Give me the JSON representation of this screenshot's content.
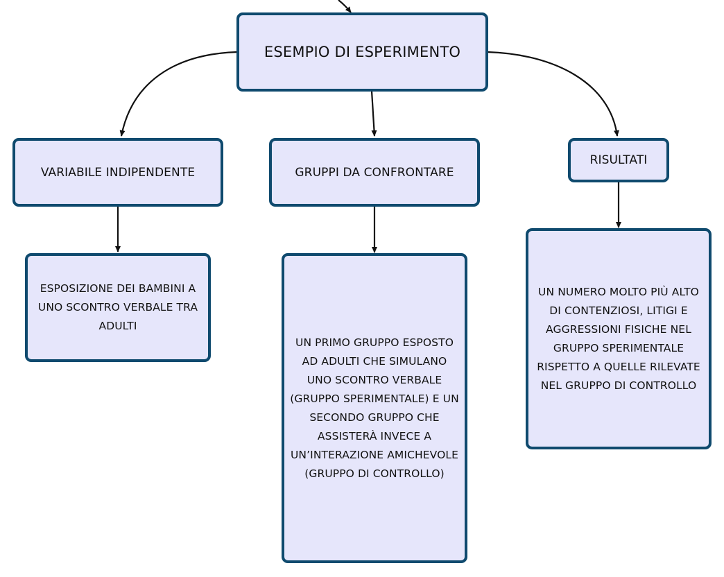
{
  "diagram": {
    "root": {
      "label": "ESEMPIO DI ESPERIMENTO"
    },
    "branches": [
      {
        "label": "VARIABILE INDIPENDENTE",
        "detail": "ESPOSIZIONE DEI BAMBINI A UNO SCONTRO VERBALE TRA ADULTI"
      },
      {
        "label": "GRUPPI DA CONFRONTARE",
        "detail": "UN PRIMO GRUPPO ESPOSTO AD ADULTI CHE SIMULANO UNO SCONTRO VERBALE (GRUPPO SPERIMENTALE) E UN SECONDO GRUPPO CHE ASSISTERÀ INVECE A UN’INTERAZIONE AMICHEVOLE (GRUPPO DI CONTROLLO)"
      },
      {
        "label": "RISULTATI",
        "detail": "UN NUMERO MOLTO PIÙ ALTO DI CONTENZIOSI, LITIGI E AGGRESSIONI FISICHE NEL GRUPPO SPERIMENTALE RISPETTO A QUELLE RILEVATE NEL GRUPPO DI CONTROLLO"
      }
    ]
  },
  "colors": {
    "node_fill": "#e6e6fb",
    "node_border": "#0f4a6e",
    "connector": "#111111",
    "text": "#111111"
  }
}
